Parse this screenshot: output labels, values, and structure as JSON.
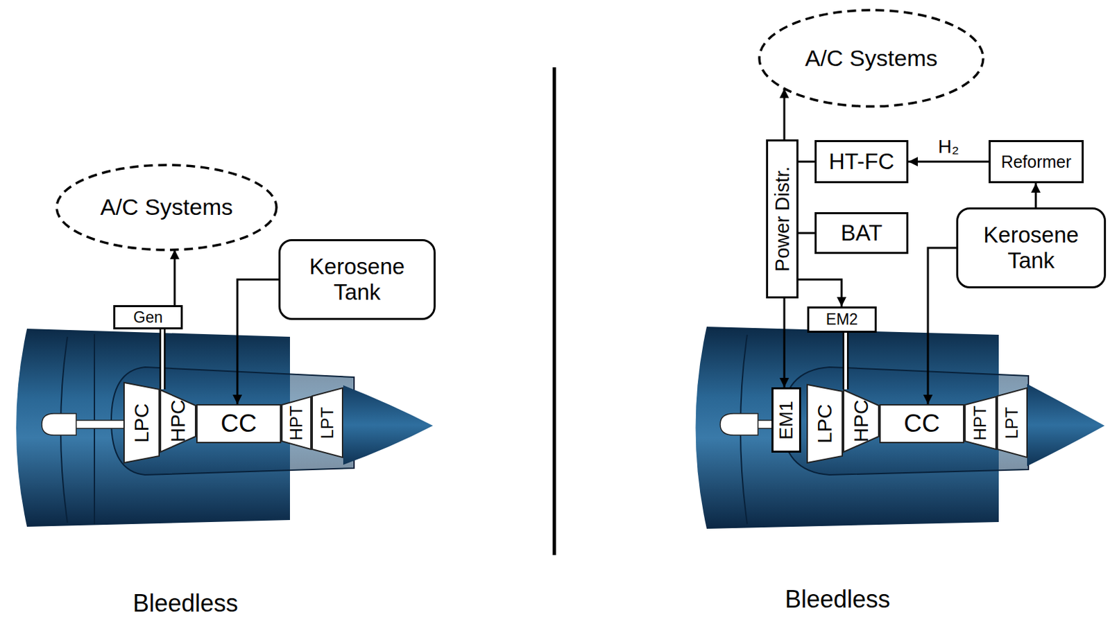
{
  "diagram": {
    "nodes": [
      {
        "text": [
          "A/C Systems"
        ]
      },
      {
        "text": [
          "Gen"
        ]
      },
      {
        "text": [
          "Kerosene Tank"
        ]
      },
      {
        "text": [
          "LPC"
        ]
      },
      {
        "text": [
          "HPC"
        ]
      },
      {
        "text": [
          "CC"
        ]
      },
      {
        "text": [
          "HPT"
        ]
      },
      {
        "text": [
          "LPT"
        ]
      },
      {
        "text": [
          "A/C Systems"
        ]
      },
      {
        "text": [
          "Power Distr."
        ]
      },
      {
        "text": [
          "HT-FC"
        ]
      },
      {
        "text": [
          "Reformer"
        ]
      },
      {
        "text": [
          "BAT"
        ]
      },
      {
        "text": [
          "Kerosene Tank"
        ]
      },
      {
        "text": [
          "EM2"
        ]
      },
      {
        "text": [
          "EM1"
        ]
      },
      {
        "text": [
          "LPC"
        ]
      },
      {
        "text": [
          "HPC"
        ]
      },
      {
        "text": [
          "CC"
        ]
      },
      {
        "text": [
          "HPT"
        ]
      },
      {
        "text": [
          "LPT"
        ]
      }
    ],
    "edges": [
      {
        "from": 1,
        "to": 0,
        "arrow": "to"
      },
      {
        "from": 4,
        "to": 1,
        "arrow": "none"
      },
      {
        "from": 2,
        "to": 5,
        "arrow": "to"
      },
      {
        "from": 9,
        "to": 8,
        "arrow": "to"
      },
      {
        "from": 10,
        "to": 9,
        "arrow": "none"
      },
      {
        "from": 12,
        "to": 9,
        "arrow": "none"
      },
      {
        "from": 11,
        "to": 10,
        "label": "H₂",
        "arrow": "to"
      },
      {
        "from": 13,
        "to": 11,
        "arrow": "to"
      },
      {
        "from": 13,
        "to": 18,
        "arrow": "to"
      },
      {
        "from": 9,
        "to": 14,
        "arrow": "to"
      },
      {
        "from": 17,
        "to": 14,
        "arrow": "none"
      },
      {
        "from": 9,
        "to": 15,
        "arrow": "to"
      }
    ],
    "labels": [
      "Bleedless",
      "Bleedless"
    ]
  }
}
